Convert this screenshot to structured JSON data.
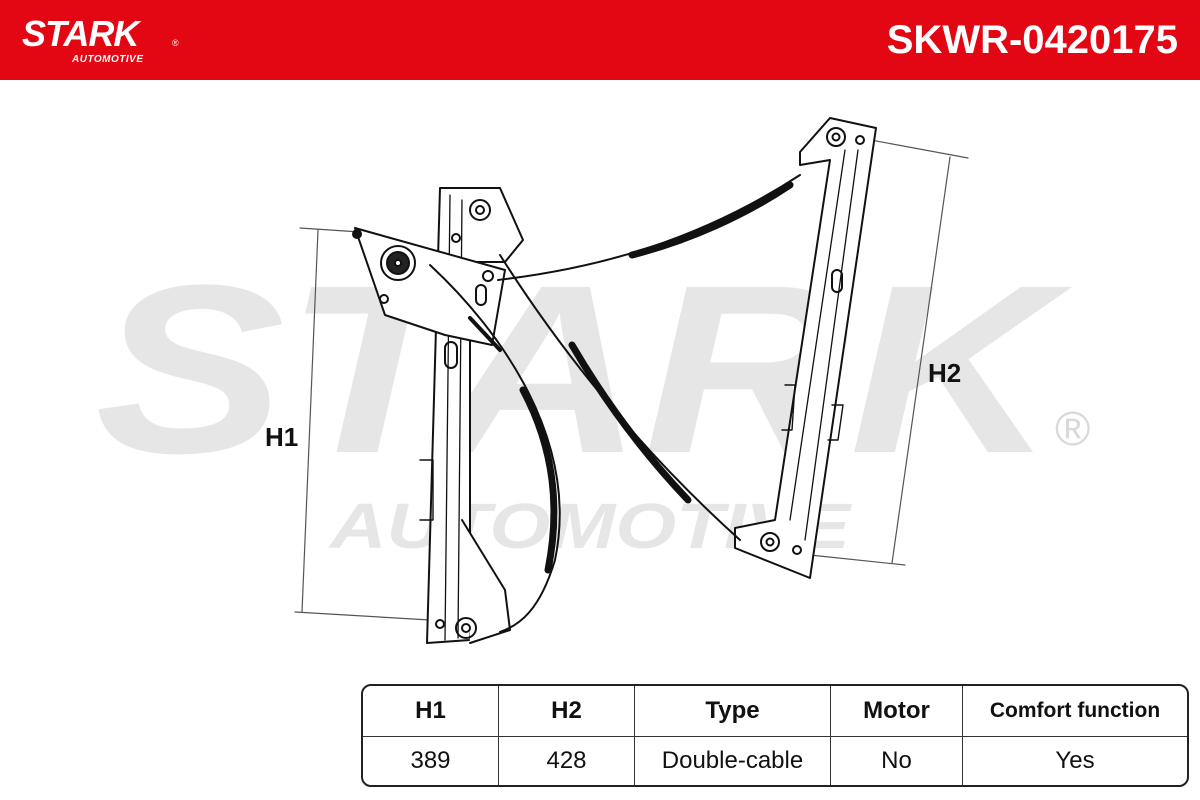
{
  "brand": {
    "logo_text": "STARK",
    "logo_registered": "®",
    "logo_subtext": "AUTOMOTIVE",
    "color": "#e30613"
  },
  "part_number": "SKWR-0420175",
  "watermark": {
    "main": "STARK",
    "sub": "AUTOMOTIVE",
    "registered": "®",
    "color": "#e6e6e6"
  },
  "drawing": {
    "h1_label": "H1",
    "h2_label": "H2"
  },
  "spec_table": {
    "headers": [
      "H1",
      "H2",
      "Type",
      "Motor",
      "Comfort function"
    ],
    "values": [
      "389",
      "428",
      "Double-cable",
      "No",
      "Yes"
    ]
  }
}
